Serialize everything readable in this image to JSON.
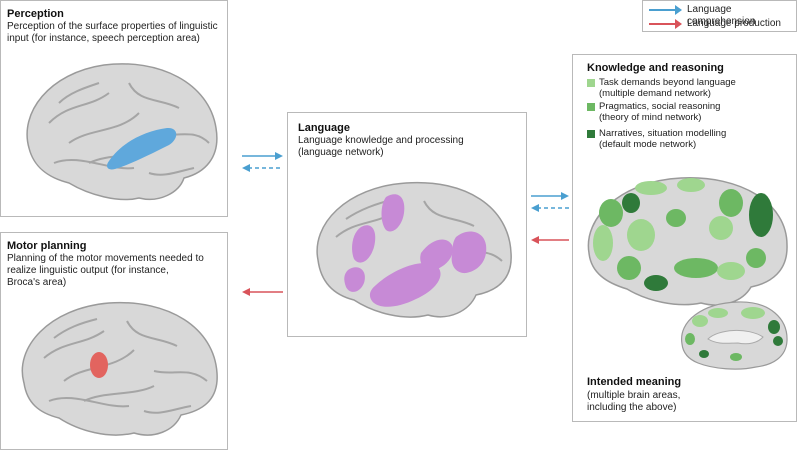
{
  "legend": {
    "comprehension": "Language comprehension",
    "production": "Language production",
    "comprehension_color": "#4a9fd0",
    "production_color": "#d9535a"
  },
  "perception": {
    "title": "Perception",
    "desc_line1": "Perception of the surface properties of linguistic",
    "desc_line2": "input (for instance, speech perception area)",
    "region_color": "#5fa8dc"
  },
  "motor": {
    "title": "Motor planning",
    "desc_line1": "Planning of the motor movements needed to",
    "desc_line2": "realize linguistic output (for instance,",
    "desc_line3": "Broca's area)",
    "region_color": "#e2645f"
  },
  "language": {
    "title": "Language",
    "desc_line1": "Language knowledge and processing",
    "desc_line2": "(language network)",
    "region_color": "#c78ad6"
  },
  "knowledge": {
    "title": "Knowledge and reasoning",
    "items": [
      {
        "line1": "Task demands beyond language",
        "line2": "(multiple demand network)",
        "color": "#9fd68f"
      },
      {
        "line1": "Pragmatics, social reasoning",
        "line2": "(theory of mind network)",
        "color": "#6db863"
      },
      {
        "line1": "Narratives, situation modelling",
        "line2": "(default mode network)",
        "color": "#2f7a3a"
      }
    ]
  },
  "intended": {
    "title": "Intended meaning",
    "desc_line1": "(multiple brain areas,",
    "desc_line2": "including the above)"
  }
}
